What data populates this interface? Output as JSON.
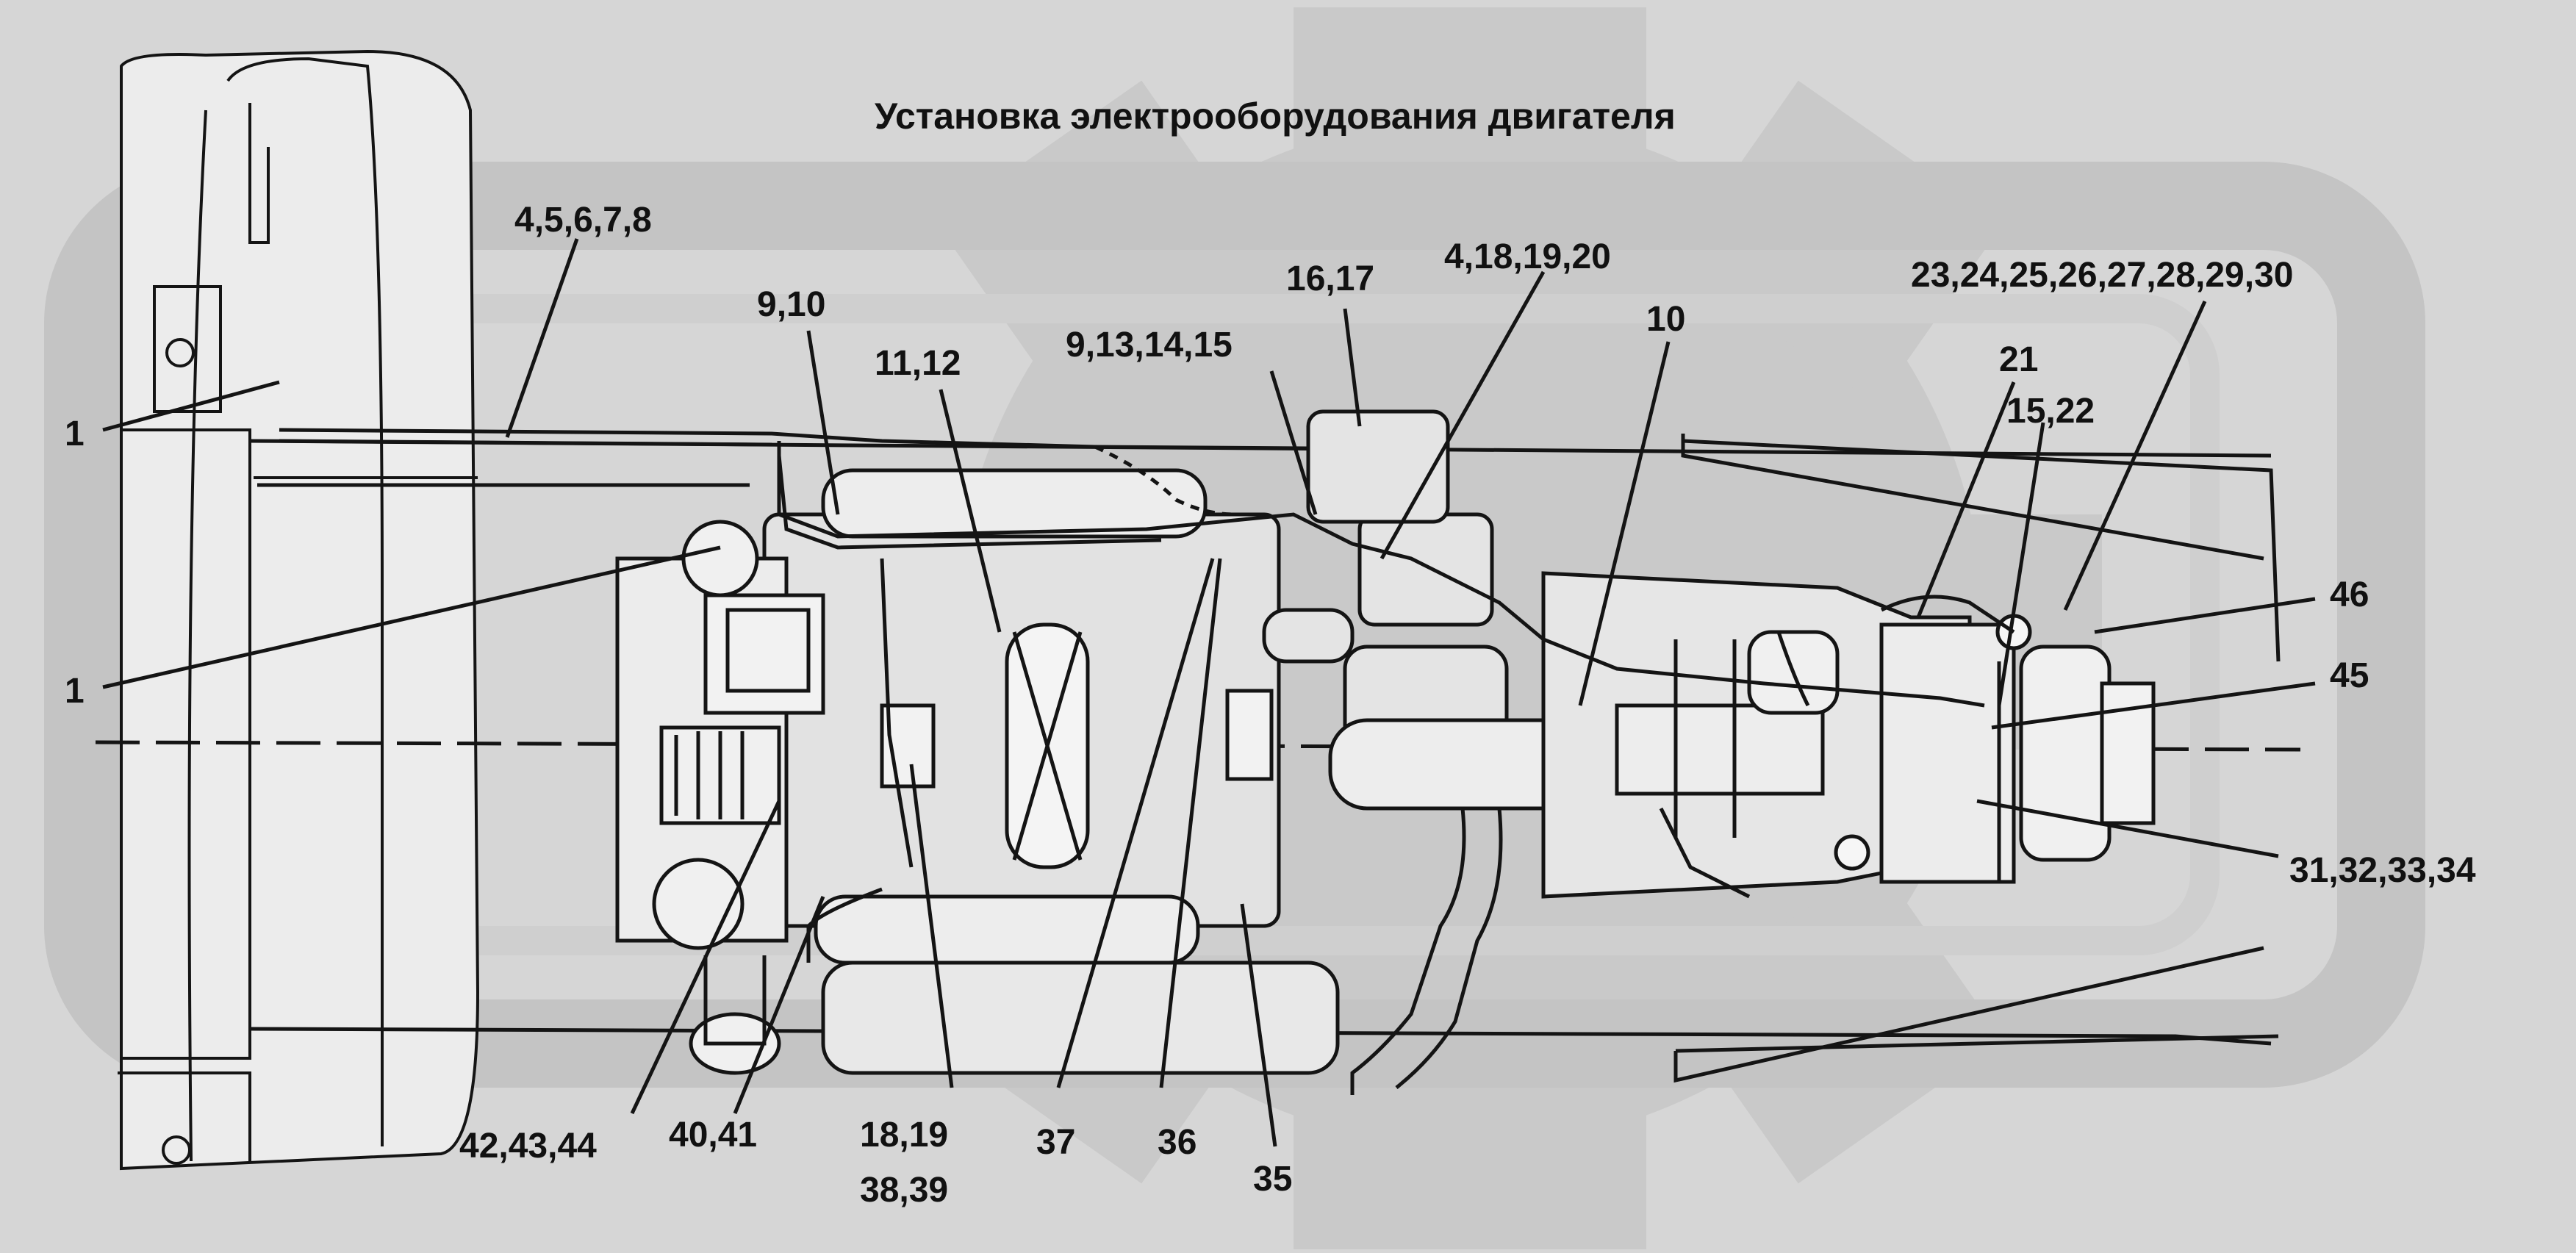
{
  "title": "Установка электрооборудования двигателя",
  "callouts": [
    {
      "id": "c1a",
      "text": "1"
    },
    {
      "id": "c1b",
      "text": "1"
    },
    {
      "id": "c4",
      "text": "4,5,6,7,8"
    },
    {
      "id": "c9",
      "text": "9,10"
    },
    {
      "id": "c11",
      "text": "11,12"
    },
    {
      "id": "c9b",
      "text": "9,13,14,15"
    },
    {
      "id": "c16",
      "text": "16,17"
    },
    {
      "id": "c4b",
      "text": "4,18,19,20"
    },
    {
      "id": "c10",
      "text": "10"
    },
    {
      "id": "c23",
      "text": "23,24,25,26,27,28,29,30"
    },
    {
      "id": "c21",
      "text": "21"
    },
    {
      "id": "c15",
      "text": "15,22"
    },
    {
      "id": "c46",
      "text": "46"
    },
    {
      "id": "c45",
      "text": "45"
    },
    {
      "id": "c31",
      "text": "31,32,33,34"
    },
    {
      "id": "c42",
      "text": "42,43,44"
    },
    {
      "id": "c40",
      "text": "40,41"
    },
    {
      "id": "c18a",
      "text": "18,19"
    },
    {
      "id": "c18b",
      "text": "38,39"
    },
    {
      "id": "c37",
      "text": "37"
    },
    {
      "id": "c36",
      "text": "36"
    },
    {
      "id": "c35",
      "text": "35"
    }
  ],
  "colors": {
    "background": "#d6d6d6",
    "watermark": "#c9c9c9",
    "line": "#141414",
    "panel": "#e4e4e4"
  }
}
